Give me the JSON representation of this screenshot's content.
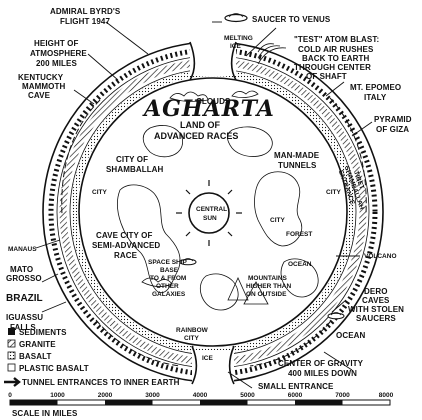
{
  "title": "AGHARTA",
  "subtitle_line1": "LAND OF",
  "subtitle_line2": "ADVANCED RACES",
  "labels": {
    "byrd_1": "ADMIRAL BYRD'S",
    "byrd_2": "FLIGHT 1947",
    "atmo_1": "HEIGHT OF",
    "atmo_2": "ATMOSPHERE",
    "atmo_3": "200 MILES",
    "kentucky_1": "KENTUCKY",
    "kentucky_2": "MAMMOTH",
    "kentucky_3": "CAVE",
    "saucer": "SAUCER TO VENUS",
    "melting_1": "MELTING",
    "melting_2": "ICE",
    "test_1": "\"TEST\" ATOM BLAST:",
    "test_2": "COLD AIR RUSHES",
    "test_3": "BACK TO EARTH",
    "test_4": "THROUGH CENTER",
    "test_5": "OF SHAFT",
    "epomeo_1": "MT. EPOMEO",
    "epomeo_2": "ITALY",
    "giza_1": "PYRAMID",
    "giza_2": "OF GIZA",
    "clouds": "CLOUDS",
    "shamballah_1": "CITY OF",
    "shamballah_2": "SHAMBALLAH",
    "tunnels_1": "MAN-MADE",
    "tunnels_2": "TUNNELS",
    "city_left": "CITY",
    "city_right": "CITY",
    "city_sm": "CITY",
    "forest": "FOREST",
    "sun_1": "CENTRAL",
    "sun_2": "SUN",
    "volcano": "VOLCANO",
    "manaus": "MANAUS",
    "matogrosso_1": "MATO",
    "matogrosso_2": "GROSSO",
    "cave_city_1": "CAVE CITY OF",
    "cave_city_2": "SEMI-ADVANCED",
    "cave_city_3": "RACE",
    "brazil": "BRAZIL",
    "iguassu_1": "IGUASSU",
    "iguassu_2": "FALLS",
    "ocean_inner": "OCEAN",
    "spaceship_1": "SPACE SHIP",
    "spaceship_2": "BASE",
    "spaceship_3": "TO & FROM",
    "spaceship_4": "OTHER",
    "spaceship_5": "GALAXIES",
    "mountains_1": "MOUNTAINS",
    "mountains_2": "HIGHER THAN",
    "mountains_3": "ON OUTSIDE",
    "dero_1": "DERO",
    "dero_2": "CAVES",
    "dero_3": "WITH STOLEN",
    "dero_4": "SAUCERS",
    "rainbow_1": "RAINBOW",
    "rainbow_2": "CITY",
    "ice": "ICE",
    "ocean_outer": "OCEAN",
    "gravity_1": "CENTER OF GRAVITY",
    "gravity_2": "400 MILES DOWN",
    "small_entrance": "SMALL ENTRANCE",
    "tibet_1": "TIBET",
    "tibet_2": "SHAMBALLAH",
    "tibet_3": "ENTRANCE"
  },
  "legend": {
    "sediments": "SEDIMENTS",
    "granite": "GRANITE",
    "basalt": "BASALT",
    "plastic": "PLASTIC BASALT",
    "tunnel": "TUNNEL ENTRANCES TO INNER EARTH"
  },
  "scale": {
    "ticks": [
      "0",
      "1000",
      "2000",
      "3000",
      "4000",
      "5000",
      "6000",
      "7000",
      "8000"
    ],
    "caption": "SCALE IN MILES"
  }
}
